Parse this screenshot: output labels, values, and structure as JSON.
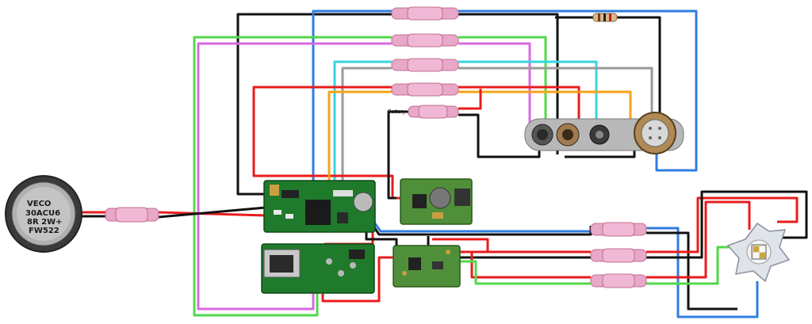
{
  "labels": {
    "battery": "Battery"
  },
  "speaker": {
    "line1": "VECO",
    "line2": "30ACU6",
    "line3": "8R 2W+",
    "line4": "FW522"
  },
  "colors": {
    "red": "#e81c1c",
    "black": "#111111",
    "blue": "#2f7de0",
    "green": "#52d84a",
    "magenta": "#d868e0",
    "cyan": "#34d6e0",
    "gray": "#9a9a9a",
    "orange": "#f5a31a",
    "pcb": "#1f7a2c",
    "pcb_light": "#4f8f3a",
    "shrink": "#e8a8c8"
  }
}
